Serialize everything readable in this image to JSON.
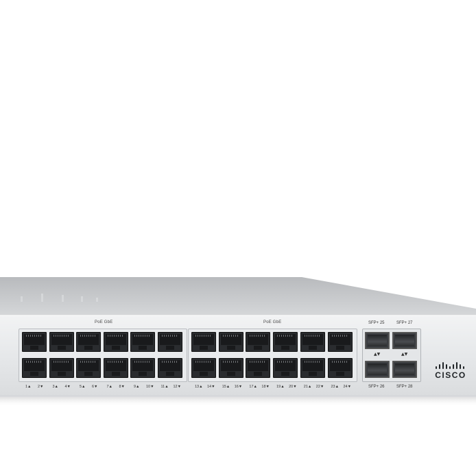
{
  "device": {
    "group_labels": [
      "PoE GbE",
      "PoE GbE"
    ],
    "ports_top": [
      "1▲",
      "3▲",
      "5▲",
      "7▲",
      "9▲",
      "11▲",
      "13▲",
      "15▲",
      "17▲",
      "19▲",
      "21▲",
      "23▲"
    ],
    "ports_bottom": [
      "2▼",
      "4▼",
      "6▼",
      "8▼",
      "10▼",
      "12▼",
      "14▼",
      "16▼",
      "18▼",
      "20▼",
      "22▼",
      "24▼"
    ],
    "port_numbers": [
      "1▲",
      "2▼",
      "3▲",
      "4▼",
      "5▲",
      "6▼",
      "7▲",
      "8▼",
      "9▲",
      "10▼",
      "11▲",
      "12▼",
      "13▲",
      "14▼",
      "15▲",
      "16▼",
      "17▲",
      "18▼",
      "19▲",
      "20▼",
      "21▲",
      "22▼",
      "23▲",
      "24▼"
    ],
    "sfp_labels": [
      "SFP+ 25",
      "SFP+ 27",
      "SFP+ 26",
      "SFP+ 28"
    ],
    "brand": "CISCO",
    "colors": {
      "chassis_front": "#e8eaec",
      "chassis_top": "#c9cbce",
      "port": "#2a2c2f"
    }
  }
}
